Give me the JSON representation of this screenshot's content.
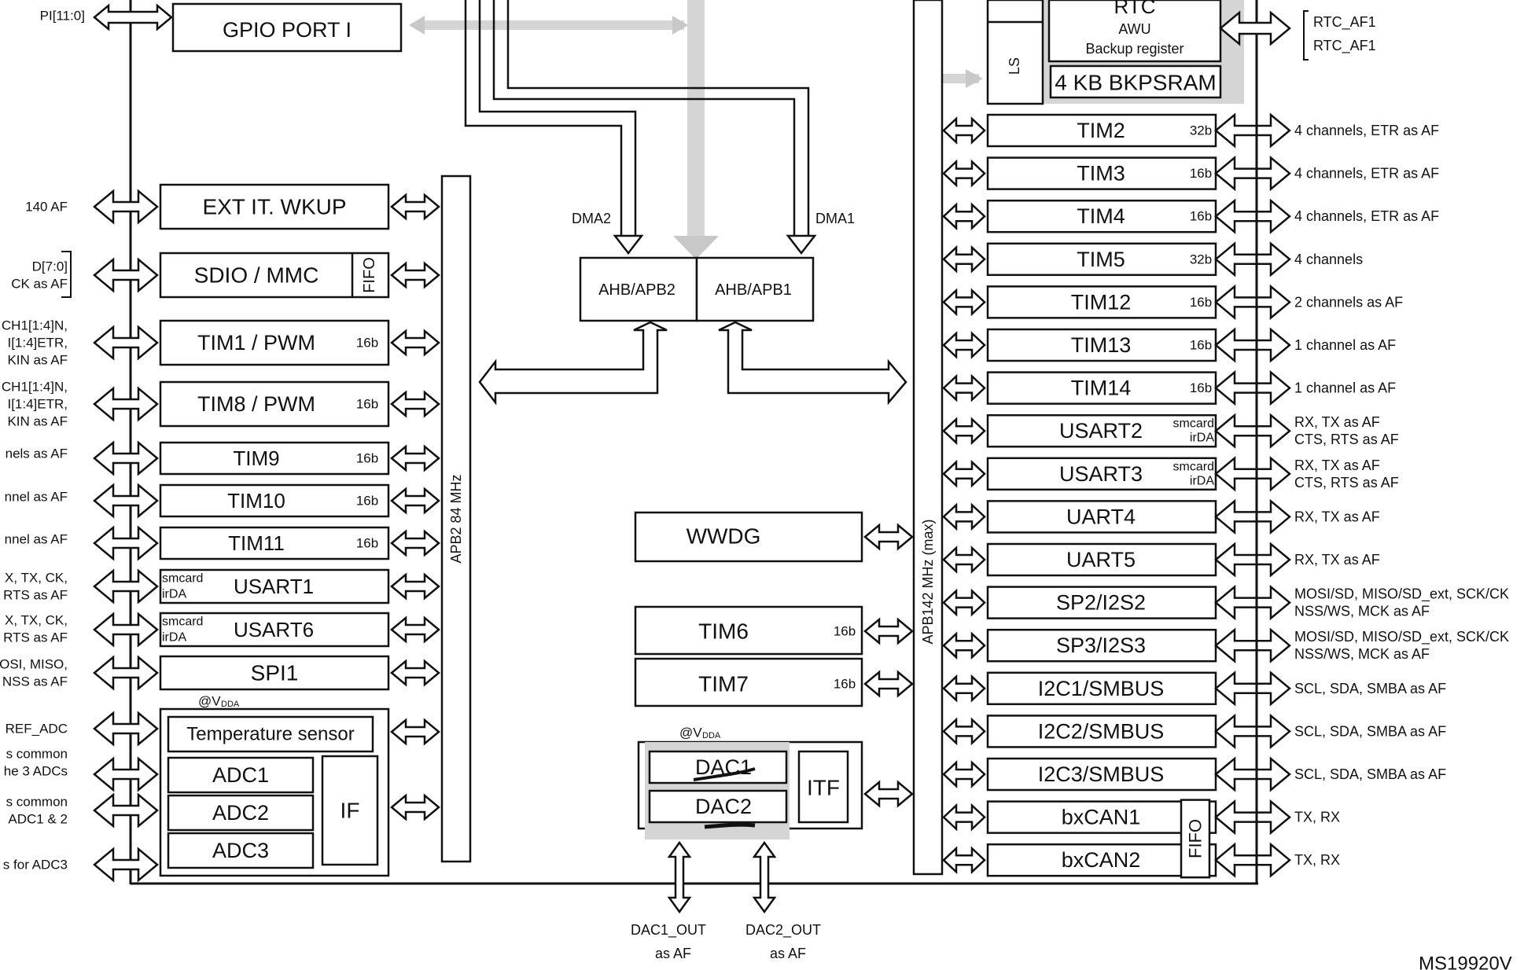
{
  "top_left": {
    "pi_label": "PI[11:0]",
    "gpio_i": "GPIO PORT I"
  },
  "rtc": {
    "title": "RTC",
    "awu": "AWU",
    "backup": "Backup register",
    "ls": "LS",
    "bkpsram": "4 KB BKPSRAM",
    "af": [
      "RTC_AF1",
      "RTC_AF1"
    ]
  },
  "dma": {
    "dma2": "DMA2",
    "dma1": "DMA1",
    "bridge2": "AHB/APB2",
    "bridge1": "AHB/APB1"
  },
  "apb2_label": "APB2 84 MHz",
  "apb1_label": "APB142 MHz (max)",
  "left_blocks": [
    {
      "name": "EXT IT. WKUP",
      "extra": ""
    },
    {
      "name": "SDIO / MMC",
      "extra": "FIFO"
    },
    {
      "name": "TIM1 / PWM",
      "extra": "16b"
    },
    {
      "name": "TIM8 / PWM",
      "extra": "16b"
    },
    {
      "name": "TIM9",
      "extra": "16b"
    },
    {
      "name": "TIM10",
      "extra": "16b"
    },
    {
      "name": "TIM11",
      "extra": "16b"
    },
    {
      "name": "USART1",
      "extra": "smcard irDA"
    },
    {
      "name": "USART6",
      "extra": "smcard irDA"
    },
    {
      "name": "SPI1",
      "extra": ""
    }
  ],
  "left_labels": [
    [
      "140 AF"
    ],
    [
      "D[7:0]",
      "CK as AF"
    ],
    [
      "CH1[1:4]N,",
      "I[1:4]ETR,",
      "KIN as AF"
    ],
    [
      "CH1[1:4]N,",
      "I[1:4]ETR,",
      "KIN as AF"
    ],
    [
      "nels as AF"
    ],
    [
      "nnel as AF"
    ],
    [
      "nnel as AF"
    ],
    [
      "X, TX, CK,",
      "RTS as AF"
    ],
    [
      "X, TX, CK,",
      "RTS as AF"
    ],
    [
      "OSI, MISO,",
      "NSS as AF"
    ],
    [
      "REF_ADC"
    ],
    [
      "s common",
      "he 3 ADCs"
    ],
    [
      "s common",
      "ADC1 & 2"
    ],
    [
      "s for ADC3"
    ]
  ],
  "adc": {
    "vdda": "@VDDA",
    "temp": "Temperature sensor",
    "adcs": [
      "ADC1",
      "ADC2",
      "ADC3"
    ],
    "if": "IF"
  },
  "center": {
    "wwdg": "WWDG",
    "tim6": "TIM6",
    "tim7": "TIM7",
    "bits": "16b",
    "vdda": "@VDDA",
    "dac1": "DAC1",
    "dac2": "DAC2",
    "itf": "ITF",
    "dac1_out": [
      "DAC1_OUT",
      "as AF"
    ],
    "dac2_out": [
      "DAC2_OUT",
      "as AF"
    ]
  },
  "right_blocks": [
    {
      "name": "TIM2",
      "extra": "32b",
      "af": [
        "4 channels, ETR as AF"
      ]
    },
    {
      "name": "TIM3",
      "extra": "16b",
      "af": [
        "4 channels, ETR as AF"
      ]
    },
    {
      "name": "TIM4",
      "extra": "16b",
      "af": [
        "4 channels, ETR as AF"
      ]
    },
    {
      "name": "TIM5",
      "extra": "32b",
      "af": [
        "4 channels"
      ]
    },
    {
      "name": "TIM12",
      "extra": "16b",
      "af": [
        "2 channels as AF"
      ]
    },
    {
      "name": "TIM13",
      "extra": "16b",
      "af": [
        "1 channel as AF"
      ]
    },
    {
      "name": "TIM14",
      "extra": "16b",
      "af": [
        "1 channel as AF"
      ]
    },
    {
      "name": "USART2",
      "extra": "smcard irDA",
      "af": [
        "RX, TX as AF",
        "CTS, RTS as AF"
      ]
    },
    {
      "name": "USART3",
      "extra": "smcard irDA",
      "af": [
        "RX, TX as AF",
        "CTS, RTS as AF"
      ]
    },
    {
      "name": "UART4",
      "extra": "",
      "af": [
        "RX, TX as AF"
      ]
    },
    {
      "name": "UART5",
      "extra": "",
      "af": [
        "RX, TX as AF"
      ]
    },
    {
      "name": "SP2/I2S2",
      "extra": "",
      "af": [
        "MOSI/SD, MISO/SD_ext, SCK/CK",
        "NSS/WS, MCK as AF"
      ]
    },
    {
      "name": "SP3/I2S3",
      "extra": "",
      "af": [
        "MOSI/SD, MISO/SD_ext, SCK/CK",
        "NSS/WS, MCK as AF"
      ]
    },
    {
      "name": "I2C1/SMBUS",
      "extra": "",
      "af": [
        "SCL, SDA, SMBA as AF"
      ]
    },
    {
      "name": "I2C2/SMBUS",
      "extra": "",
      "af": [
        "SCL, SDA, SMBA as AF"
      ]
    },
    {
      "name": "I2C3/SMBUS",
      "extra": "",
      "af": [
        "SCL, SDA, SMBA as AF"
      ]
    },
    {
      "name": "bxCAN1",
      "extra": "FIFO",
      "af": [
        "TX, RX"
      ]
    },
    {
      "name": "bxCAN2",
      "extra": "",
      "af": [
        "TX, RX"
      ]
    }
  ],
  "footer_id": "MS19920V"
}
